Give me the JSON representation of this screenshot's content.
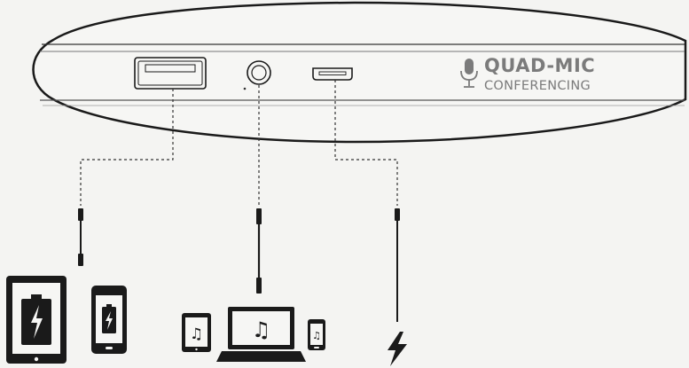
{
  "device": {
    "brand_title": "QUAD-MIC",
    "brand_subtitle": "CONFERENCING",
    "ports": [
      {
        "name": "usb-a-port",
        "icon": "usb-port-icon"
      },
      {
        "name": "audio-jack",
        "icon": "audio-jack-icon"
      },
      {
        "name": "micro-usb-port",
        "icon": "micro-usb-port-icon"
      }
    ]
  },
  "connections": [
    {
      "from": "usb-a-port",
      "to": "charging-devices",
      "icons": [
        "tablet-battery-icon",
        "phone-battery-icon"
      ]
    },
    {
      "from": "audio-jack",
      "to": "audio-devices",
      "icons": [
        "tablet-music-icon",
        "laptop-music-icon",
        "phone-music-icon"
      ]
    },
    {
      "from": "micro-usb-port",
      "to": "power-input",
      "icons": [
        "lightning-bolt-icon"
      ]
    }
  ],
  "colors": {
    "outline": "#1a1a1a",
    "brand_gray": "#7b7b7b",
    "background": "#f4f4f2"
  }
}
